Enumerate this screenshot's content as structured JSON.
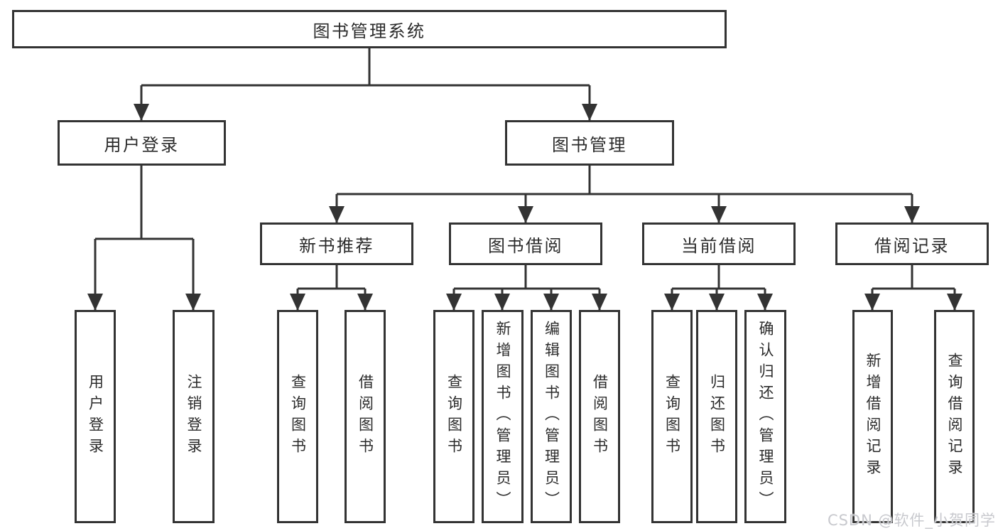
{
  "diagram": {
    "type": "hierarchy-tree",
    "tree": {
      "label": "图书管理系统",
      "children": [
        {
          "label": "用户登录",
          "children": [
            {
              "label": "用户登录"
            },
            {
              "label": "注销登录"
            }
          ]
        },
        {
          "label": "图书管理",
          "children": [
            {
              "label": "新书推荐",
              "children": [
                {
                  "label": "查询图书"
                },
                {
                  "label": "借阅图书"
                }
              ]
            },
            {
              "label": "图书借阅",
              "children": [
                {
                  "label": "查询图书"
                },
                {
                  "label": "新增图书（管理员）"
                },
                {
                  "label": "编辑图书（管理员）"
                },
                {
                  "label": "借阅图书"
                }
              ]
            },
            {
              "label": "当前借阅",
              "children": [
                {
                  "label": "查询图书"
                },
                {
                  "label": "归还图书"
                },
                {
                  "label": "确认归还（管理员）"
                }
              ]
            },
            {
              "label": "借阅记录",
              "children": [
                {
                  "label": "新增借阅记录"
                },
                {
                  "label": "查询借阅记录"
                }
              ]
            }
          ]
        }
      ]
    }
  },
  "watermark": {
    "text": "CSDN @软件_小贺同学"
  },
  "colors": {
    "background": "#ffffff",
    "line": "#333333",
    "box_border": "#333333",
    "text": "#2b2b2b",
    "watermark": "#c8c9ce"
  }
}
